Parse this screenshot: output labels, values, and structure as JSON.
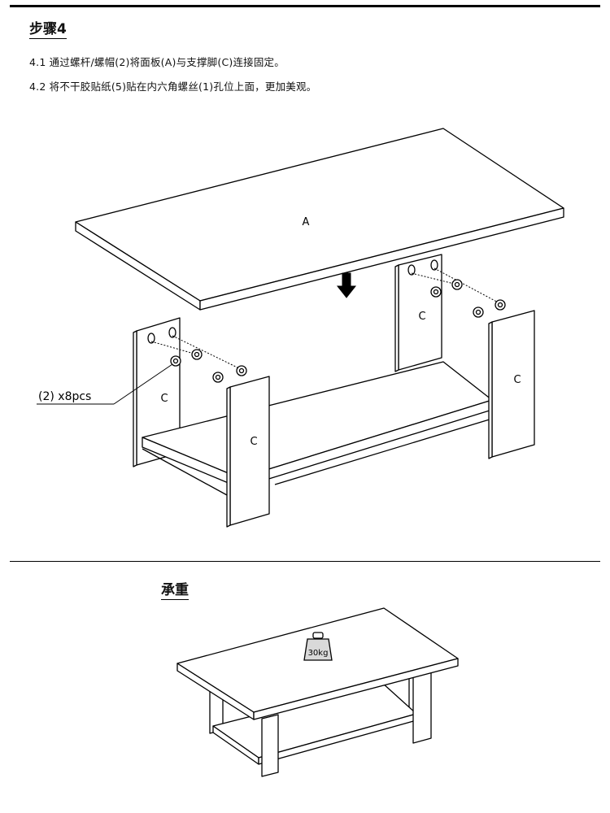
{
  "header": {
    "step_title": "步骤4"
  },
  "instructions": [
    "4.1  通过螺杆/螺帽(2)将面板(A)与支撑脚(C)连接固定。",
    "4.2  将不干胶贴纸(5)贴在内六角螺丝(1)孔位上面，更加美观。"
  ],
  "diagram": {
    "panel_label": "A",
    "leg_label": "C",
    "callout_label": "(2) x8pcs"
  },
  "load_section": {
    "title": "承重",
    "weight_label": "30kg"
  }
}
